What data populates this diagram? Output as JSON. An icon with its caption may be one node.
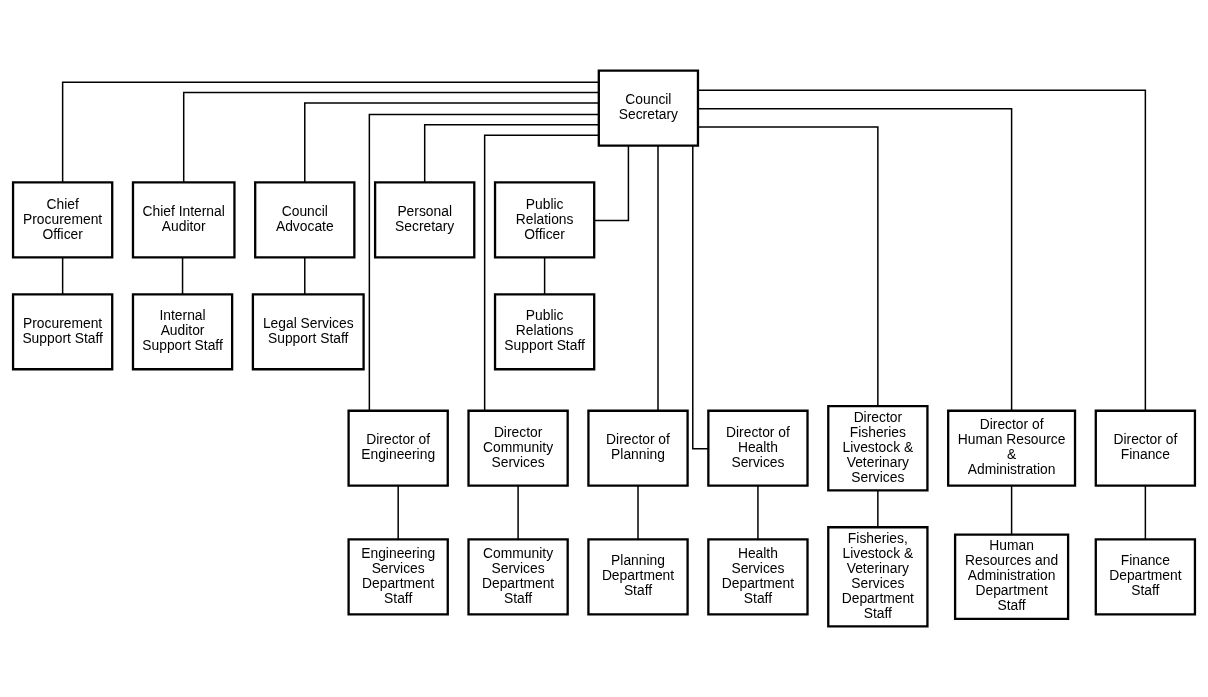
{
  "diagram": {
    "nodes": [
      {
        "text": [
          "Council Secretary"
        ]
      },
      {
        "text": [
          "Chief Procurement Officer"
        ]
      },
      {
        "text": [
          "Chief Internal Auditor"
        ]
      },
      {
        "text": [
          "Council Advocate"
        ]
      },
      {
        "text": [
          "Personal Secretary"
        ]
      },
      {
        "text": [
          "Public Relations Officer"
        ]
      },
      {
        "text": [
          "Procurement Support Staff"
        ]
      },
      {
        "text": [
          "Internal Auditor Support Staff"
        ]
      },
      {
        "text": [
          "Legal Services Support Staff"
        ]
      },
      {
        "text": [
          "Public Relations Support Staff"
        ]
      },
      {
        "text": [
          "Director of Engineering"
        ]
      },
      {
        "text": [
          "Director Community Services"
        ]
      },
      {
        "text": [
          "Director of Planning"
        ]
      },
      {
        "text": [
          "Director of Health Services"
        ]
      },
      {
        "text": [
          "Director Fisheries Livestock & Veterinary Services"
        ]
      },
      {
        "text": [
          "Director of Human Resource & Administration"
        ]
      },
      {
        "text": [
          "Director of Finance"
        ]
      },
      {
        "text": [
          "Engineering Services Department Staff"
        ]
      },
      {
        "text": [
          "Community Services Department Staff"
        ]
      },
      {
        "text": [
          "Planning Department Staff"
        ]
      },
      {
        "text": [
          "Health Services Department Staff"
        ]
      },
      {
        "text": [
          "Fisheries, Livestock & Veterinary Services Department Staff"
        ]
      },
      {
        "text": [
          "Human Resources and Administration Department Staff"
        ]
      },
      {
        "text": [
          "Finance Department Staff"
        ]
      }
    ],
    "edges": [
      {
        "from": 0,
        "to": 1,
        "arrow": "none"
      },
      {
        "from": 0,
        "to": 2,
        "arrow": "none"
      },
      {
        "from": 0,
        "to": 3,
        "arrow": "none"
      },
      {
        "from": 0,
        "to": 4,
        "arrow": "none"
      },
      {
        "from": 0,
        "to": 5,
        "arrow": "none"
      },
      {
        "from": 1,
        "to": 6,
        "arrow": "none"
      },
      {
        "from": 2,
        "to": 7,
        "arrow": "none"
      },
      {
        "from": 3,
        "to": 8,
        "arrow": "none"
      },
      {
        "from": 5,
        "to": 9,
        "arrow": "none"
      },
      {
        "from": 0,
        "to": 10,
        "arrow": "none"
      },
      {
        "from": 0,
        "to": 11,
        "arrow": "none"
      },
      {
        "from": 0,
        "to": 12,
        "arrow": "none"
      },
      {
        "from": 0,
        "to": 13,
        "arrow": "none"
      },
      {
        "from": 0,
        "to": 14,
        "arrow": "none"
      },
      {
        "from": 0,
        "to": 15,
        "arrow": "none"
      },
      {
        "from": 0,
        "to": 16,
        "arrow": "none"
      },
      {
        "from": 10,
        "to": 17,
        "arrow": "none"
      },
      {
        "from": 11,
        "to": 18,
        "arrow": "none"
      },
      {
        "from": 12,
        "to": 19,
        "arrow": "none"
      },
      {
        "from": 13,
        "to": 20,
        "arrow": "none"
      },
      {
        "from": 14,
        "to": 21,
        "arrow": "none"
      },
      {
        "from": 15,
        "to": 22,
        "arrow": "none"
      },
      {
        "from": 16,
        "to": 23,
        "arrow": "none"
      }
    ]
  }
}
